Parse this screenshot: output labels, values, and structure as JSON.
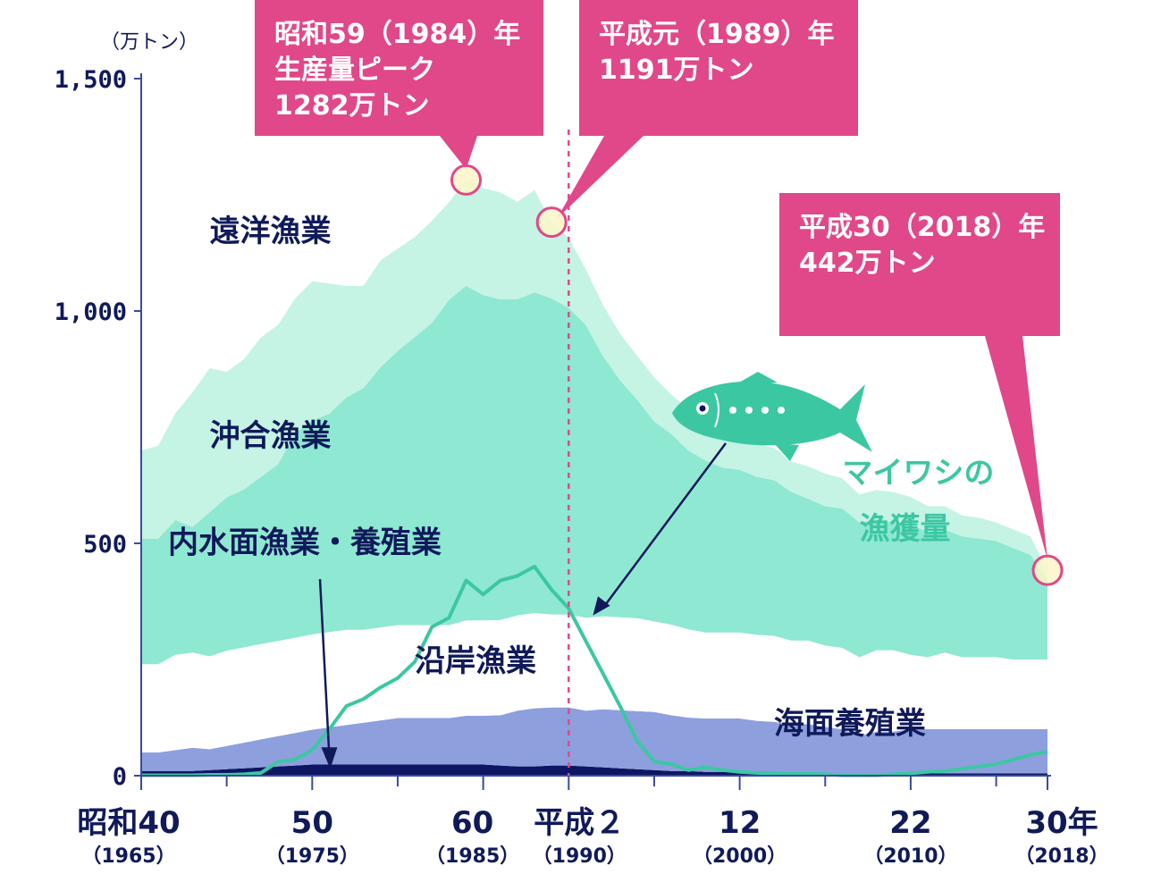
{
  "chart_data": {
    "type": "area",
    "unit_label": "（万トン）",
    "yticks": [
      "1,500",
      "1,000",
      "500",
      "0"
    ],
    "ytick_values": [
      1500,
      1000,
      500,
      0
    ],
    "ylim": [
      0,
      1500
    ],
    "xlim": [
      1965,
      2018
    ],
    "x_ticks": [
      {
        "year": 1965,
        "label": "昭和40",
        "sub": "（1965）"
      },
      {
        "year": 1975,
        "label": "50",
        "sub": "（1975）"
      },
      {
        "year": 1985,
        "label": "60",
        "sub": "（1985）"
      },
      {
        "year": 1990,
        "label": "平成２",
        "sub": "（1990）"
      },
      {
        "year": 2000,
        "label": "12",
        "sub": "（2000）"
      },
      {
        "year": 2010,
        "label": "22",
        "sub": "（2010）"
      },
      {
        "year": 2018,
        "label": "30年",
        "sub": "（2018）"
      }
    ],
    "minor_tick_years": [
      1970,
      1980,
      1995,
      2005,
      2015
    ],
    "x": [
      1965,
      1966,
      1967,
      1968,
      1969,
      1970,
      1971,
      1972,
      1973,
      1974,
      1975,
      1976,
      1977,
      1978,
      1979,
      1980,
      1981,
      1982,
      1983,
      1984,
      1985,
      1986,
      1987,
      1988,
      1989,
      1990,
      1991,
      1992,
      1993,
      1994,
      1995,
      1996,
      1997,
      1998,
      1999,
      2000,
      2001,
      2002,
      2003,
      2004,
      2005,
      2006,
      2007,
      2008,
      2009,
      2010,
      2011,
      2012,
      2013,
      2014,
      2015,
      2016,
      2017,
      2018
    ],
    "stacked_series": [
      {
        "name": "内水面漁業・養殖業",
        "values": [
          10,
          10,
          10,
          10,
          12,
          14,
          16,
          18,
          20,
          22,
          24,
          24,
          24,
          24,
          24,
          24,
          24,
          24,
          24,
          24,
          24,
          22,
          20,
          20,
          22,
          22,
          20,
          18,
          16,
          14,
          12,
          10,
          10,
          8,
          8,
          8,
          8,
          6,
          6,
          6,
          5,
          5,
          5,
          5,
          5,
          5,
          5,
          5,
          5,
          5,
          5,
          5,
          5,
          5
        ]
      },
      {
        "name": "海面養殖業",
        "values": [
          40,
          40,
          45,
          50,
          45,
          50,
          55,
          60,
          65,
          70,
          75,
          80,
          85,
          90,
          95,
          100,
          100,
          100,
          100,
          105,
          105,
          108,
          120,
          125,
          125,
          125,
          120,
          125,
          125,
          125,
          125,
          120,
          115,
          115,
          115,
          115,
          110,
          110,
          105,
          105,
          100,
          95,
          80,
          90,
          90,
          95,
          95,
          95,
          95,
          95,
          95,
          95,
          95,
          95
        ]
      },
      {
        "name": "沿岸漁業",
        "values": [
          190,
          190,
          205,
          205,
          200,
          205,
          205,
          205,
          205,
          205,
          205,
          205,
          205,
          200,
          200,
          200,
          200,
          200,
          200,
          205,
          205,
          205,
          205,
          205,
          200,
          200,
          200,
          200,
          200,
          200,
          195,
          195,
          190,
          185,
          185,
          185,
          185,
          185,
          180,
          180,
          175,
          175,
          170,
          175,
          175,
          160,
          155,
          165,
          155,
          155,
          155,
          150,
          150,
          150
        ]
      },
      {
        "name": "沖合漁業",
        "values": [
          270,
          270,
          290,
          270,
          310,
          330,
          340,
          360,
          380,
          440,
          460,
          470,
          500,
          520,
          560,
          590,
          620,
          650,
          700,
          720,
          700,
          690,
          680,
          690,
          680,
          660,
          630,
          560,
          510,
          470,
          430,
          410,
          385,
          370,
          355,
          350,
          340,
          335,
          320,
          305,
          300,
          300,
          290,
          280,
          275,
          280,
          270,
          265,
          260,
          255,
          250,
          240,
          225,
          175
        ]
      },
      {
        "name": "遠洋漁業",
        "values": [
          190,
          200,
          230,
          290,
          310,
          270,
          280,
          300,
          300,
          290,
          300,
          280,
          240,
          220,
          230,
          220,
          215,
          220,
          210,
          228,
          230,
          230,
          210,
          220,
          164,
          150,
          120,
          110,
          100,
          95,
          95,
          85,
          90,
          85,
          80,
          70,
          70,
          70,
          65,
          70,
          70,
          65,
          60,
          65,
          65,
          60,
          55,
          50,
          45,
          45,
          40,
          40,
          40,
          17
        ]
      }
    ],
    "overlay_line": {
      "name": "マイワシの漁獲量",
      "values": [
        1,
        1,
        1,
        1,
        2,
        2,
        3,
        6,
        30,
        35,
        55,
        100,
        150,
        165,
        190,
        210,
        245,
        320,
        340,
        420,
        390,
        420,
        430,
        450,
        400,
        360,
        290,
        220,
        150,
        75,
        30,
        25,
        12,
        18,
        12,
        8,
        6,
        5,
        4,
        4,
        3,
        1,
        1,
        1,
        3,
        5,
        8,
        10,
        15,
        20,
        25,
        35,
        45,
        52
      ]
    },
    "category_labels": [
      {
        "text": "遠洋漁業",
        "x": 1969,
        "y": 1150
      },
      {
        "text": "沖合漁業",
        "x": 1969,
        "y": 710
      },
      {
        "text": "沿岸漁業",
        "x": 1981,
        "y": 225
      },
      {
        "text": "海面養殖業",
        "x": 2002,
        "y": 90
      },
      {
        "text": "内水面漁業・養殖業",
        "x": 1960,
        "y": 480
      },
      {
        "text": "マイワシの",
        "x": 2006,
        "y": 630
      },
      {
        "text": "漁獲量",
        "x": 2007,
        "y": 510
      }
    ],
    "peak_marker_year": 1990,
    "callouts": [
      {
        "lines": [
          "昭和59（1984）年",
          "生産量ピーク",
          "1282万トン"
        ],
        "year": 1984,
        "value": 1282
      },
      {
        "lines": [
          "平成元（1989）年",
          "1191万トン"
        ],
        "year": 1989,
        "value": 1191
      },
      {
        "lines": [
          "平成30（2018）年",
          "442万トン"
        ],
        "year": 2018,
        "value": 442
      }
    ],
    "colors": {
      "遠洋漁業": "#c5f3e4",
      "沖合漁業": "#8fe8d2",
      "沿岸漁業": "#ffffff",
      "海面養殖業": "#8e9fde",
      "内水面漁業・養殖業": "#0e1663",
      "マイワシの漁獲量": "#3cc7a3",
      "callout": "#e0488a",
      "axis": "#3b4aa0",
      "text": "#101a5a"
    }
  }
}
